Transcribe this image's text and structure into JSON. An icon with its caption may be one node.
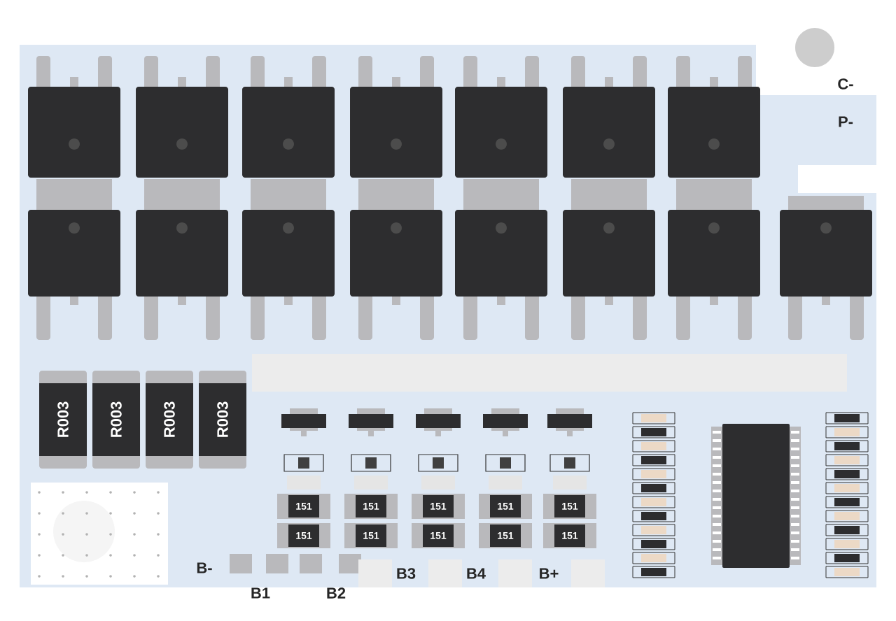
{
  "diagram": {
    "labels": [
      "C-",
      "P-",
      "R003",
      "R003",
      "R003",
      "R003",
      "151",
      "151",
      "151",
      "151",
      "151",
      "151",
      "151",
      "151",
      "151",
      "151",
      "B-",
      "B1",
      "B2",
      "B3",
      "B4",
      "B+"
    ]
  }
}
